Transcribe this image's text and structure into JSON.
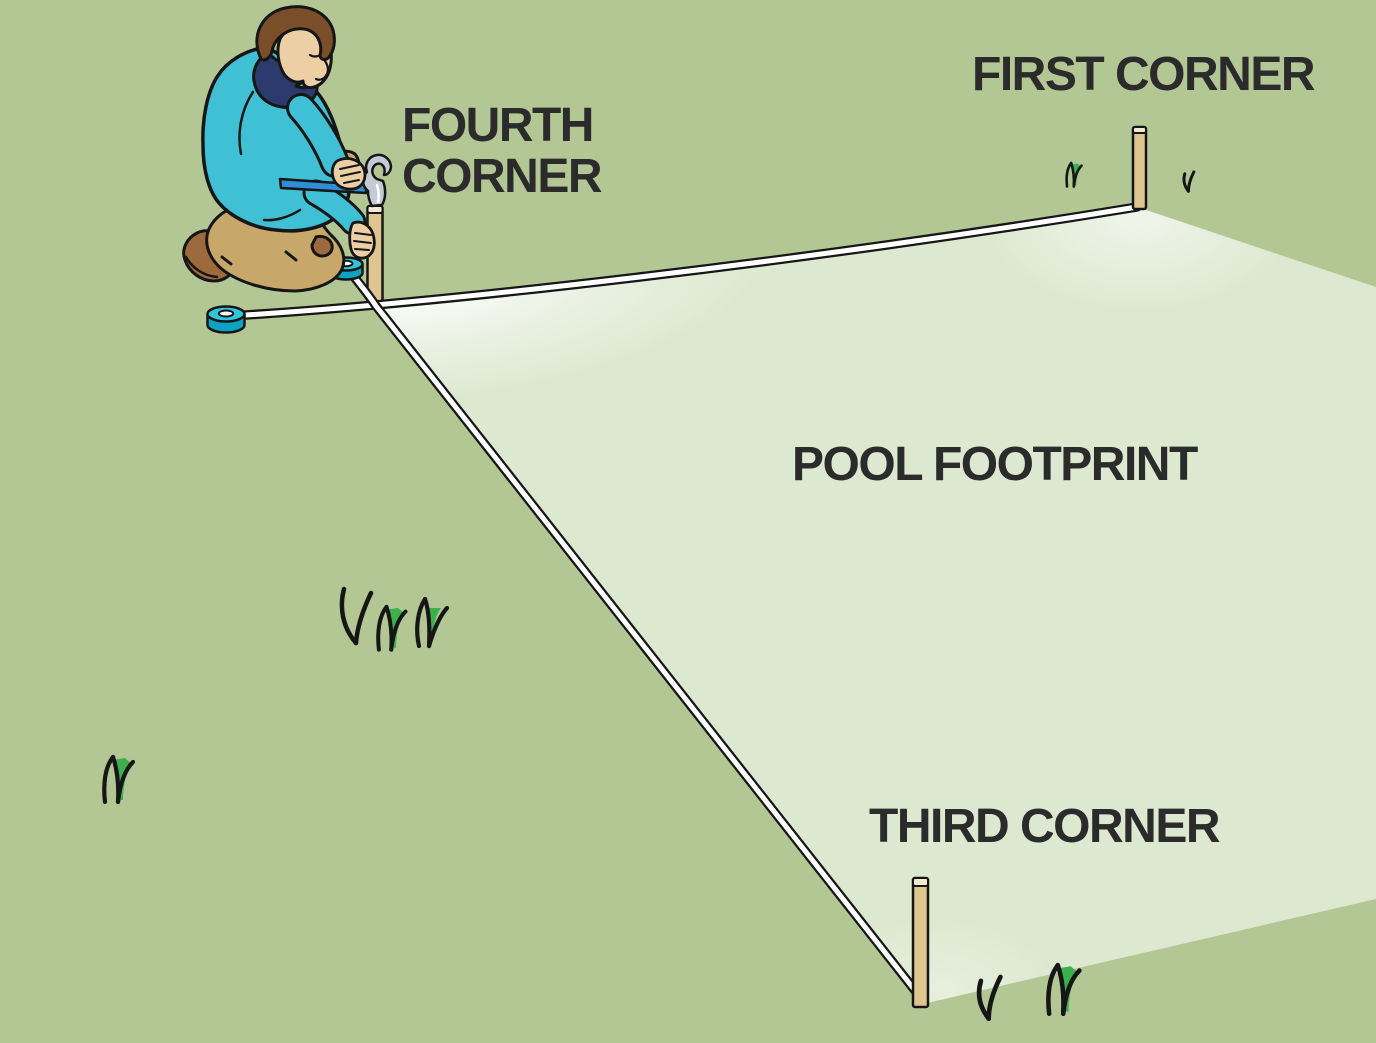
{
  "labels": {
    "fourth_corner": [
      "FOURTH",
      "CORNER"
    ],
    "first_corner": "FIRST CORNER",
    "pool_footprint": "POOL FOOTPRINT",
    "third_corner": "THIRD CORNER"
  },
  "colors": {
    "grass": "#b3c795",
    "pool_footprint_area": "#dde8d0",
    "label_text": "#2b2b2b",
    "outline": "#161616",
    "string": "#ffffff",
    "stake_wood": "#dfc58f",
    "stake_cap": "#f2e9ce",
    "tape_top": "#2fc6de",
    "tape_side": "#0ea2c2",
    "tape_hole": "#ffffff",
    "sweater": "#3fc0d4",
    "collar": "#2d3a6d",
    "pants": "#c8a76b",
    "shoes": "#9c6a3c",
    "skin": "#eccfa4",
    "hair": "#7b4e2a",
    "hammer_handle": "#2f8ed4",
    "hammer_head": "#c6cad5",
    "grass_accent": "#3cb04c"
  },
  "objects": {
    "man": "man-kneeling-hammering-stake",
    "hammer": "claw-hammer",
    "stakes": [
      "fourth-corner-stake",
      "first-corner-stake",
      "third-corner-stake"
    ],
    "tape_measures": [
      "tape-measure-reel-left",
      "tape-measure-reel-by-stake"
    ],
    "strings": [
      "mason-line-fourth-to-first",
      "mason-line-fourth-to-third"
    ],
    "grass_tuft_count": 8
  }
}
